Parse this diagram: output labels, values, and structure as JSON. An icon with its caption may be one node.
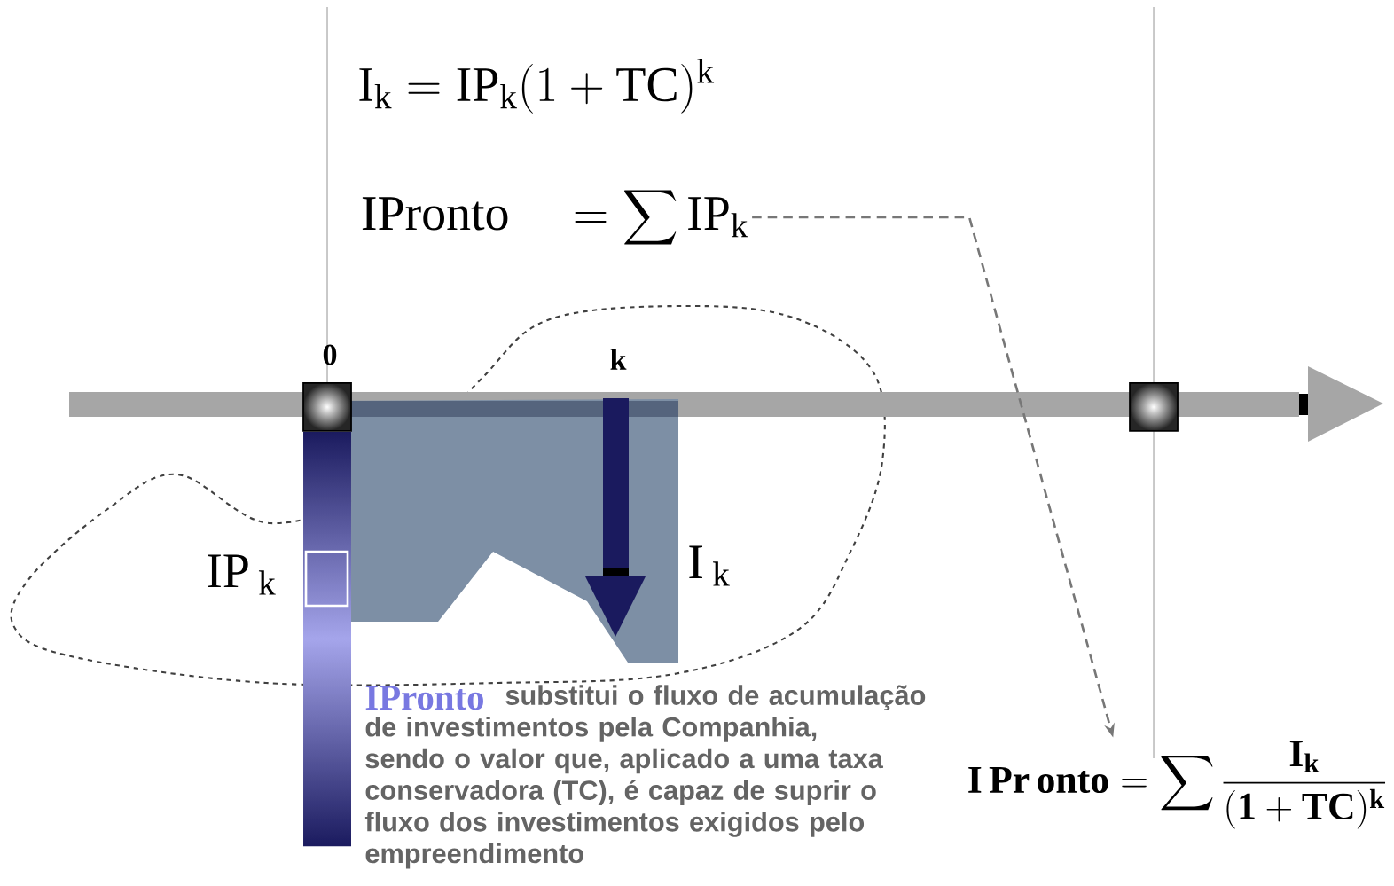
{
  "diagram": {
    "nodes": [
      {
        "text": [
          "\\mathrm{IPronto}\\quad = \\sum \\mathrm{IP}_{\\mathrm{k}}"
        ]
      },
      {
        "text": [
          "\\mathbf{I\\,Pr\\,onto} = \\sum \\frac{\\mathbf{I}_{\\mathbf{k}}}{(\\mathbf{1}+\\mathbf{TC})^{\\mathbf{k}}}"
        ]
      }
    ],
    "edges": [
      {
        "from": 0,
        "to": 1,
        "arrow": "to",
        "style": "dashed",
        "color": "#777777"
      }
    ],
    "labels": [
      "\\mathrm{I}_{\\mathrm{k}} = \\mathrm{IP}_{\\mathrm{k}}(1+\\mathrm{TC})^{\\mathrm{k}}",
      "0",
      "k",
      "\\mathrm{IP}\\,_{\\mathrm{k}}",
      "\\mathrm{I}\\,_{\\mathrm{k}}",
      "IPronto",
      "substitui o fluxo de acumulação de investimentos pela Companhia, sendo o valor que, aplicado a uma taxa conservadora (TC), é capaz de suprir o fluxo dos investimentos exigidos pelo empreendimento"
    ]
  }
}
